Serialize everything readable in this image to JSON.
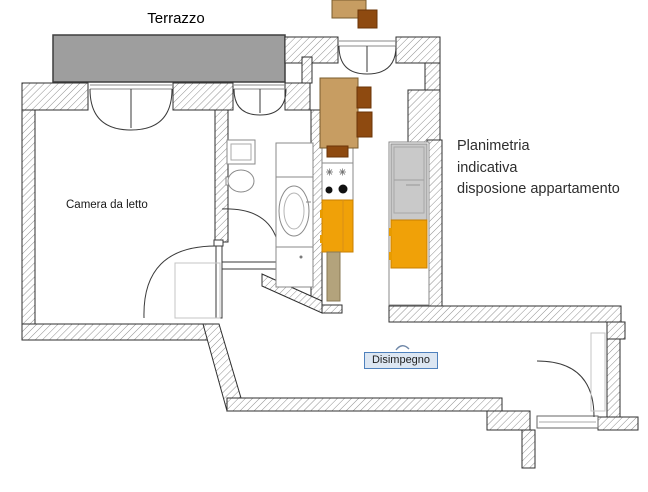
{
  "floorplan": {
    "rooms": {
      "terrace": {
        "label": "Terrazzo"
      },
      "bedroom": {
        "label": "Camera da letto"
      },
      "hallway": {
        "label": "Disimpegno"
      }
    },
    "annotation": {
      "line1": "Planimetria",
      "line2": "indicativa",
      "line3": "disposione appartamento"
    },
    "colors": {
      "terrace_fill": "#9e9e9e",
      "cabinet_orange": "#f0a108",
      "table_tan": "#c79d62",
      "chair_brown": "#8e4a10",
      "counter_wood": "#b3a37c",
      "appliance_gray": "#c9c9c9",
      "label_box_fill": "#dce6f2",
      "label_box_border": "#4f81bd"
    }
  }
}
